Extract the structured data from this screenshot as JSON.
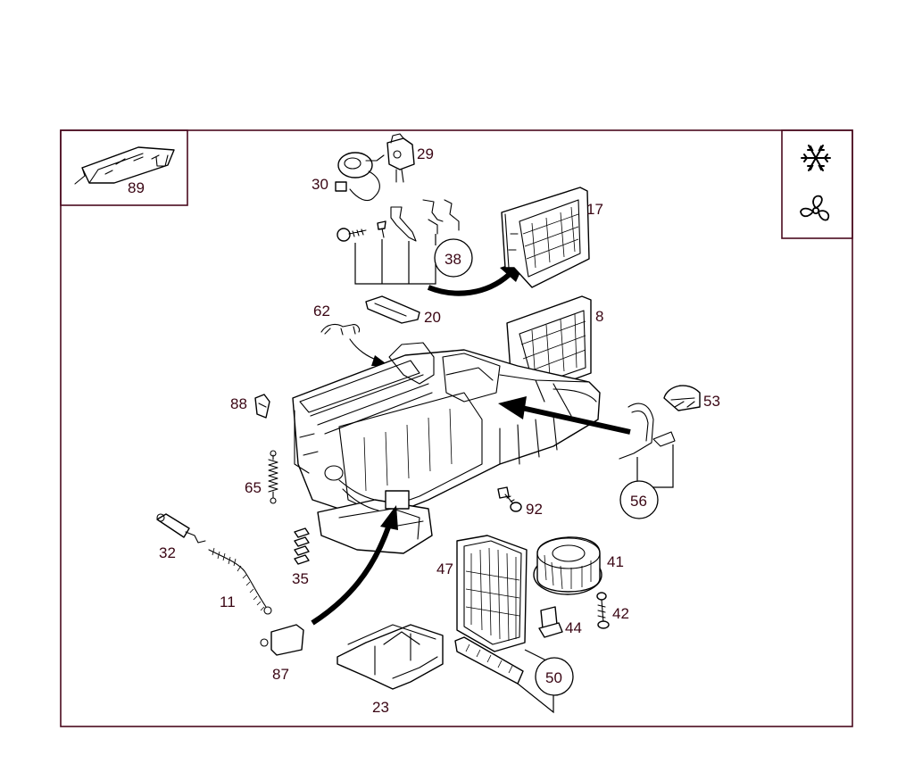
{
  "diagram": {
    "callouts": {
      "c89": "89",
      "c29": "29",
      "c30": "30",
      "c38": "38",
      "c17": "17",
      "c62": "62",
      "c20": "20",
      "c8": "8",
      "c88": "88",
      "c53": "53",
      "c65": "65",
      "c56": "56",
      "c92": "92",
      "c32": "32",
      "c41": "41",
      "c47": "47",
      "c35": "35",
      "c11": "11",
      "c42": "42",
      "c44": "44",
      "c87": "87",
      "c50": "50",
      "c23": "23"
    },
    "icons": [
      "snowflake-icon",
      "fan-icon"
    ],
    "colors": {
      "frame": "#4a0a1e",
      "text": "#3a0614",
      "line": "#000000"
    }
  }
}
